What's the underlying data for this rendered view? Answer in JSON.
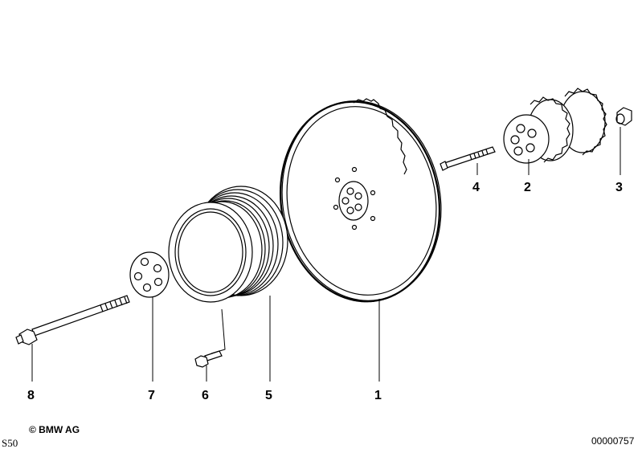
{
  "diagram": {
    "callouts": [
      "1",
      "2",
      "3",
      "4",
      "5",
      "6",
      "7",
      "8"
    ],
    "copyright": "© BMW AG",
    "model_code": "S50",
    "diagram_number": "00000757"
  }
}
